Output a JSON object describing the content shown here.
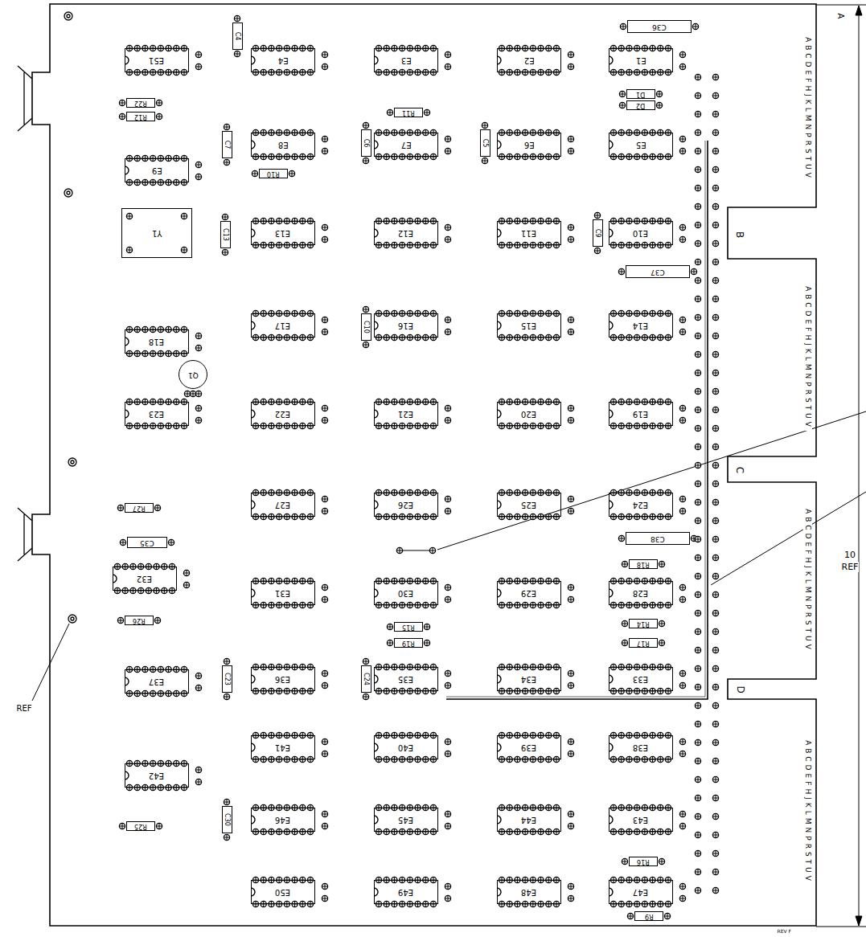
{
  "diagram": {
    "nodes": [
      {
        "text": [
          "C36"
        ]
      },
      {
        "text": [
          "E51"
        ]
      },
      {
        "text": [
          "E4"
        ]
      },
      {
        "text": [
          "E3"
        ]
      },
      {
        "text": [
          "E2"
        ]
      },
      {
        "text": [
          "E1"
        ]
      },
      {
        "text": [
          "E8"
        ]
      },
      {
        "text": [
          "E7"
        ]
      },
      {
        "text": [
          "E6"
        ]
      },
      {
        "text": [
          "E5"
        ]
      },
      {
        "text": [
          "E9"
        ]
      },
      {
        "text": [
          "Y1"
        ]
      },
      {
        "text": [
          "E13"
        ]
      },
      {
        "text": [
          "E12"
        ]
      },
      {
        "text": [
          "E11"
        ]
      },
      {
        "text": [
          "E10"
        ]
      },
      {
        "text": [
          "C37"
        ]
      },
      {
        "text": [
          "E17"
        ]
      },
      {
        "text": [
          "E16"
        ]
      },
      {
        "text": [
          "E15"
        ]
      },
      {
        "text": [
          "E14"
        ]
      },
      {
        "text": [
          "E18"
        ]
      },
      {
        "text": [
          "Q1"
        ]
      },
      {
        "text": [
          "E23"
        ]
      },
      {
        "text": [
          "E22"
        ]
      },
      {
        "text": [
          "E21"
        ]
      },
      {
        "text": [
          "E20"
        ]
      },
      {
        "text": [
          "E19"
        ]
      },
      {
        "text": [
          "E27"
        ]
      },
      {
        "text": [
          "E26"
        ]
      },
      {
        "text": [
          "E25"
        ]
      },
      {
        "text": [
          "E24"
        ]
      },
      {
        "text": [
          "C38"
        ]
      },
      {
        "text": [
          "C35"
        ]
      },
      {
        "text": [
          "E32"
        ]
      },
      {
        "text": [
          "E31"
        ]
      },
      {
        "text": [
          "E30"
        ]
      },
      {
        "text": [
          "E29"
        ]
      },
      {
        "text": [
          "E28"
        ]
      },
      {
        "text": [
          "E37"
        ]
      },
      {
        "text": [
          "E36"
        ]
      },
      {
        "text": [
          "E35"
        ]
      },
      {
        "text": [
          "E34"
        ]
      },
      {
        "text": [
          "E33"
        ]
      },
      {
        "text": [
          "E41"
        ]
      },
      {
        "text": [
          "E40"
        ]
      },
      {
        "text": [
          "E39"
        ]
      },
      {
        "text": [
          "E38"
        ]
      },
      {
        "text": [
          "E42"
        ]
      },
      {
        "text": [
          "E46"
        ]
      },
      {
        "text": [
          "E45"
        ]
      },
      {
        "text": [
          "E44"
        ]
      },
      {
        "text": [
          "E43"
        ]
      },
      {
        "text": [
          "E50"
        ]
      },
      {
        "text": [
          "E49"
        ]
      },
      {
        "text": [
          "E48"
        ]
      },
      {
        "text": [
          "E47"
        ]
      },
      {
        "text": [
          "R22"
        ]
      },
      {
        "text": [
          "R12"
        ]
      },
      {
        "text": [
          "D1"
        ]
      },
      {
        "text": [
          "D2"
        ]
      },
      {
        "text": [
          "R11"
        ]
      },
      {
        "text": [
          "R10"
        ]
      },
      {
        "text": [
          "C4"
        ]
      },
      {
        "text": [
          "C7"
        ]
      },
      {
        "text": [
          "C6"
        ]
      },
      {
        "text": [
          "C5"
        ]
      },
      {
        "text": [
          "C13"
        ]
      },
      {
        "text": [
          "C9"
        ]
      },
      {
        "text": [
          "C10"
        ]
      },
      {
        "text": [
          "R18"
        ]
      },
      {
        "text": [
          "R14"
        ]
      },
      {
        "text": [
          "R17"
        ]
      },
      {
        "text": [
          "R15"
        ]
      },
      {
        "text": [
          "R19"
        ]
      },
      {
        "text": [
          "C23"
        ]
      },
      {
        "text": [
          "C24"
        ]
      },
      {
        "text": [
          "R16"
        ]
      },
      {
        "text": [
          "R25"
        ]
      },
      {
        "text": [
          "R9"
        ]
      },
      {
        "text": [
          "C30"
        ]
      },
      {
        "text": [
          "R26"
        ]
      },
      {
        "text": [
          "R27"
        ]
      }
    ],
    "labels": [
      "A",
      "ABCDEFHJKLMNPRSTUV",
      "B",
      "ABCDEFHJKLMNPRSTUV",
      "C",
      "ABCDEFHJKLMNPRSTUV",
      "D",
      "ABCDEFHJKLMNPRSTUV",
      "10",
      "REF",
      "REF",
      "REV F"
    ]
  }
}
